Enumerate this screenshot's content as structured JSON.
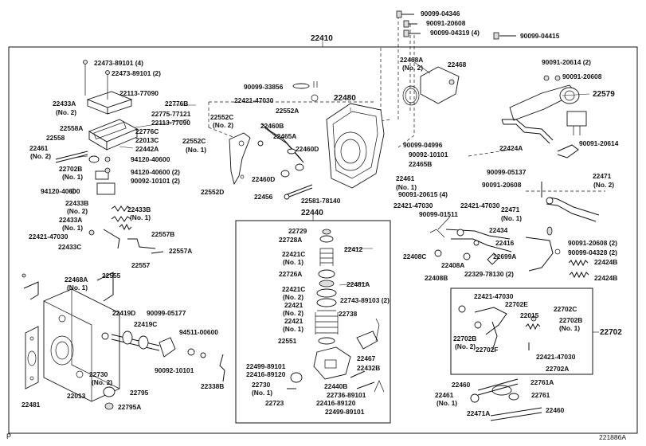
{
  "diagram": {
    "labels": [
      "90099-04346",
      "90091-20608",
      "90099-04319 (4)",
      "90099-04415",
      "22410",
      "22468A",
      "(No. 2)",
      "22468",
      "22473-89101 (4)",
      "22473-89101 (2)",
      "90091-20614 (2)",
      "90091-20608",
      "22579",
      "22113-77090",
      "22776B",
      "22433A",
      "(No. 2)",
      "22775-77121",
      "22113-77090",
      "90099-33856",
      "22421-47030",
      "22480",
      "22552A",
      "22558A",
      "22776C",
      "22013C",
      "22558",
      "22442A",
      "22461",
      "(No. 2)",
      "94120-40600",
      "22702B",
      "(No. 1)",
      "94120-40600 (2)",
      "90092-10101 (2)",
      "94120-40600",
      "22552C",
      "(No. 2)",
      "22552C",
      "(No. 1)",
      "22460B",
      "22465A",
      "22460D",
      "22460D",
      "22552D",
      "22456",
      "22581-78140",
      "90099-04996",
      "90092-10101",
      "22465B",
      "22424A",
      "90091-20614",
      "90099-05137",
      "90091-20608",
      "22471",
      "(No. 2)",
      "22461",
      "(No. 1)",
      "90091-20615 (4)",
      "22421-47030",
      "22421-47030",
      "22471",
      "(No. 1)",
      "90099-01511",
      "22434",
      "22416",
      "90091-20608 (2)",
      "90099-04328 (2)",
      "22424B",
      "22699A",
      "22424B",
      "22408C",
      "22408A",
      "22408B",
      "22329-78130 (2)",
      "22433B",
      "(No. 2)",
      "22433B",
      "(No. 1)",
      "22433A",
      "(No. 1)",
      "22421-47030",
      "22433C",
      "22557B",
      "22557A",
      "22557",
      "22440",
      "22729",
      "22728A",
      "22412",
      "22421C",
      "(No. 1)",
      "22726A",
      "22481A",
      "22421C",
      "(No. 2)",
      "22743-89103 (2)",
      "22421",
      "(No. 2)",
      "22421",
      "(No. 1)",
      "22738",
      "22551",
      "22467",
      "22499-89101",
      "22416-89120",
      "22432B",
      "22440B",
      "22730",
      "(No. 1)",
      "22736-89101",
      "22723",
      "22416-89120",
      "22499-89101",
      "22468A",
      "(No. 1)",
      "22555",
      "22419D",
      "90099-05177",
      "22419C",
      "94511-00600",
      "90092-10101",
      "22338B",
      "22730",
      "(No. 2)",
      "22013",
      "22795",
      "22795A",
      "22481",
      "22421-47030",
      "22702E",
      "22702C",
      "22015",
      "22702B",
      "(No. 1)",
      "22702",
      "22702B",
      "(No. 2)",
      "22702F",
      "22421-47030",
      "22702A",
      "22460",
      "22761A",
      "22461",
      "(No. 1)",
      "22761",
      "22471A",
      "22460"
    ],
    "page_letter": "P",
    "figure_code": "221886A"
  }
}
